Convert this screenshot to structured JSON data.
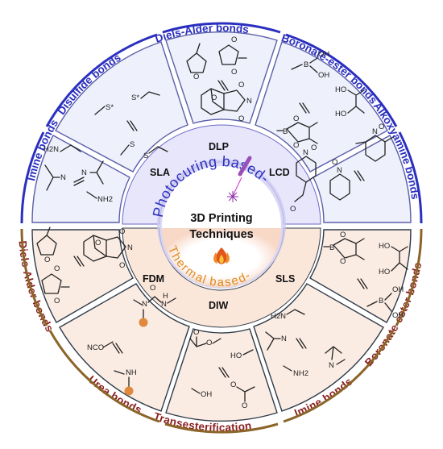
{
  "center": {
    "line1": "3D Printing",
    "line2": "Techniques"
  },
  "groups": {
    "photocuring": "Photocuring based-",
    "thermal": "Thermal based-"
  },
  "techniques": {
    "sla": "SLA",
    "dlp": "DLP",
    "lcd": "LCD",
    "fdm": "FDM",
    "diw": "DIW",
    "sls": "SLS"
  },
  "top_bonds": {
    "imine": "Imine bonds",
    "disulfide": "Disulfide bonds",
    "diels_alder": "Diels-Alder bonds",
    "boronate": "Boronate-ester bonds",
    "alkoxyamine": "Alkoxyamine bonds"
  },
  "bottom_bonds": {
    "diels_alder": "Diels-Alder bonds",
    "urea": "Urea bonds",
    "transesterification": "Transesterification",
    "imine": "Imine bonds",
    "boronate": "Boronate-ester bonds"
  },
  "chem_labels": {
    "h2n": "H2N",
    "n": "N",
    "nh2": "NH2",
    "s": "S",
    "s_star": "S*",
    "o": "O",
    "b": "B",
    "oh": "OH",
    "ho": "HO",
    "nco": "NCO",
    "nh": "NH",
    "h": "H"
  },
  "colors": {
    "top_text": "#2a2fbf",
    "bottom_text": "#8b2020",
    "top_arc": "#2a2fbf",
    "bottom_arc": "#8b6428",
    "photocuring_ring": "#c9c6ef",
    "thermal_ring": "#f7d3bf"
  }
}
